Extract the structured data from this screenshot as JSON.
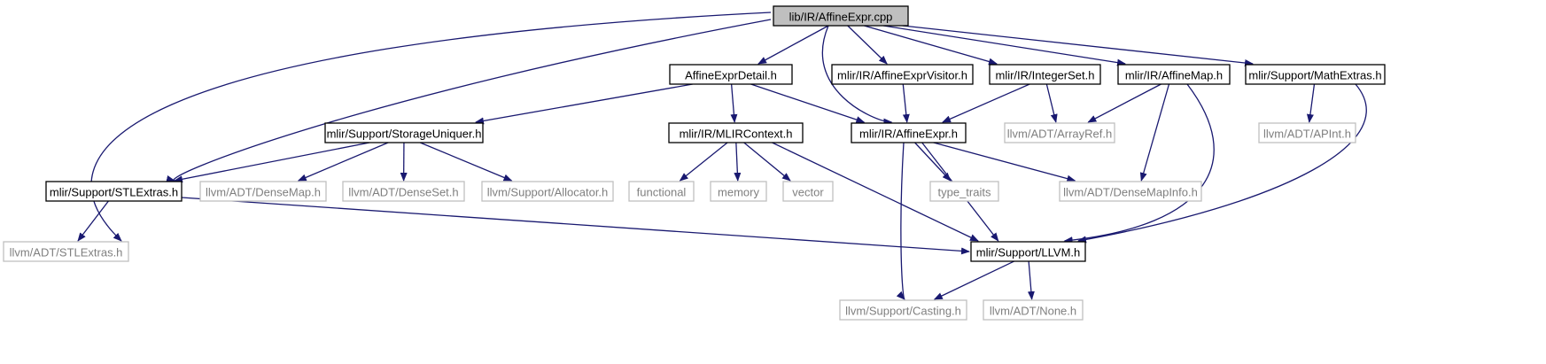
{
  "colors": {
    "edge": "#191970",
    "solid_border": "#000000",
    "muted_border": "#bfbfbf",
    "muted_text": "#7f7f7f",
    "text": "#000000",
    "root_fill": "#bfbfbf",
    "node_fill": "#ffffff"
  },
  "nodes": [
    {
      "id": "root",
      "label": "lib/IR/AffineExpr.cpp",
      "style": "root"
    },
    {
      "id": "detail",
      "label": "AffineExprDetail.h",
      "style": "solid"
    },
    {
      "id": "visitor",
      "label": "mlir/IR/AffineExprVisitor.h",
      "style": "solid"
    },
    {
      "id": "intset",
      "label": "mlir/IR/IntegerSet.h",
      "style": "solid"
    },
    {
      "id": "affmap",
      "label": "mlir/IR/AffineMap.h",
      "style": "solid"
    },
    {
      "id": "mathx",
      "label": "mlir/Support/MathExtras.h",
      "style": "solid"
    },
    {
      "id": "storage",
      "label": "mlir/Support/StorageUniquer.h",
      "style": "solid"
    },
    {
      "id": "mlirctx",
      "label": "mlir/IR/MLIRContext.h",
      "style": "solid"
    },
    {
      "id": "affexpr",
      "label": "mlir/IR/AffineExpr.h",
      "style": "solid"
    },
    {
      "id": "arrayref",
      "label": "llvm/ADT/ArrayRef.h",
      "style": "muted"
    },
    {
      "id": "apint",
      "label": "llvm/ADT/APInt.h",
      "style": "muted"
    },
    {
      "id": "stlx",
      "label": "mlir/Support/STLExtras.h",
      "style": "solid"
    },
    {
      "id": "densemap",
      "label": "llvm/ADT/DenseMap.h",
      "style": "muted"
    },
    {
      "id": "denseset",
      "label": "llvm/ADT/DenseSet.h",
      "style": "muted"
    },
    {
      "id": "alloc",
      "label": "llvm/Support/Allocator.h",
      "style": "muted"
    },
    {
      "id": "functional",
      "label": "functional",
      "style": "muted"
    },
    {
      "id": "memory",
      "label": "memory",
      "style": "muted"
    },
    {
      "id": "vector",
      "label": "vector",
      "style": "muted"
    },
    {
      "id": "typetraits",
      "label": "type_traits",
      "style": "muted"
    },
    {
      "id": "densemapinfo",
      "label": "llvm/ADT/DenseMapInfo.h",
      "style": "muted"
    },
    {
      "id": "llvmstlx",
      "label": "llvm/ADT/STLExtras.h",
      "style": "muted"
    },
    {
      "id": "llvmh",
      "label": "mlir/Support/LLVM.h",
      "style": "solid"
    },
    {
      "id": "casting",
      "label": "llvm/Support/Casting.h",
      "style": "muted"
    },
    {
      "id": "none",
      "label": "llvm/ADT/None.h",
      "style": "muted"
    }
  ],
  "edges": [
    [
      "root",
      "detail"
    ],
    [
      "root",
      "visitor"
    ],
    [
      "root",
      "intset"
    ],
    [
      "root",
      "affmap"
    ],
    [
      "root",
      "mathx"
    ],
    [
      "root",
      "affexpr"
    ],
    [
      "root",
      "stlx"
    ],
    [
      "root",
      "llvmstlx"
    ],
    [
      "detail",
      "storage"
    ],
    [
      "detail",
      "mlirctx"
    ],
    [
      "detail",
      "affexpr"
    ],
    [
      "visitor",
      "affexpr"
    ],
    [
      "intset",
      "affexpr"
    ],
    [
      "intset",
      "arrayref"
    ],
    [
      "affmap",
      "arrayref"
    ],
    [
      "affmap",
      "densemapinfo"
    ],
    [
      "affmap",
      "llvmh"
    ],
    [
      "mathx",
      "apint"
    ],
    [
      "mathx",
      "llvmh"
    ],
    [
      "storage",
      "stlx"
    ],
    [
      "storage",
      "densemap"
    ],
    [
      "storage",
      "denseset"
    ],
    [
      "storage",
      "alloc"
    ],
    [
      "mlirctx",
      "functional"
    ],
    [
      "mlirctx",
      "memory"
    ],
    [
      "mlirctx",
      "vector"
    ],
    [
      "mlirctx",
      "llvmh"
    ],
    [
      "affexpr",
      "typetraits"
    ],
    [
      "affexpr",
      "densemapinfo"
    ],
    [
      "affexpr",
      "llvmh"
    ],
    [
      "affexpr",
      "casting"
    ],
    [
      "stlx",
      "llvmstlx"
    ],
    [
      "stlx",
      "llvmh"
    ],
    [
      "llvmh",
      "casting"
    ],
    [
      "llvmh",
      "none"
    ]
  ]
}
